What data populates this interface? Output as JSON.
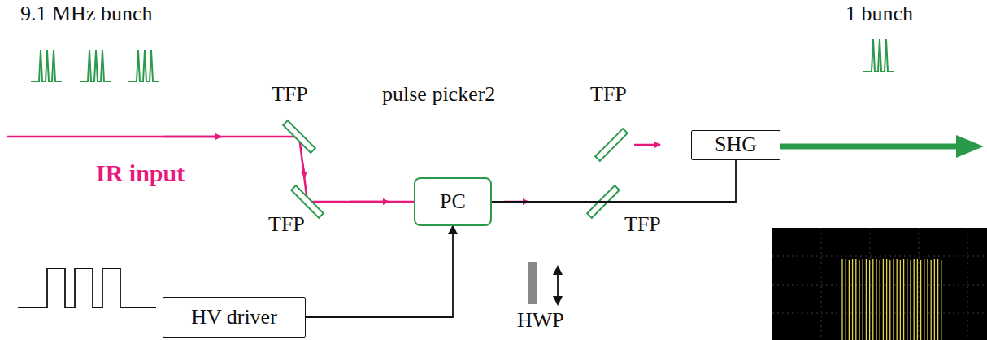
{
  "diagram": {
    "nodes": [
      {
        "text": [
          "PC"
        ]
      },
      {
        "text": [
          "SHG"
        ]
      },
      {
        "text": [
          "HV driver"
        ]
      }
    ],
    "edges": [
      {
        "from": 2,
        "to": 0,
        "arrow": "to"
      },
      {
        "from": 0,
        "to": 1,
        "arrow": "none"
      }
    ],
    "labels": [
      "9.1 MHz bunch",
      "1 bunch",
      "TFP",
      "TFP",
      "pulse picker2",
      "TFP",
      "TFP",
      "IR input",
      "HWP"
    ]
  }
}
